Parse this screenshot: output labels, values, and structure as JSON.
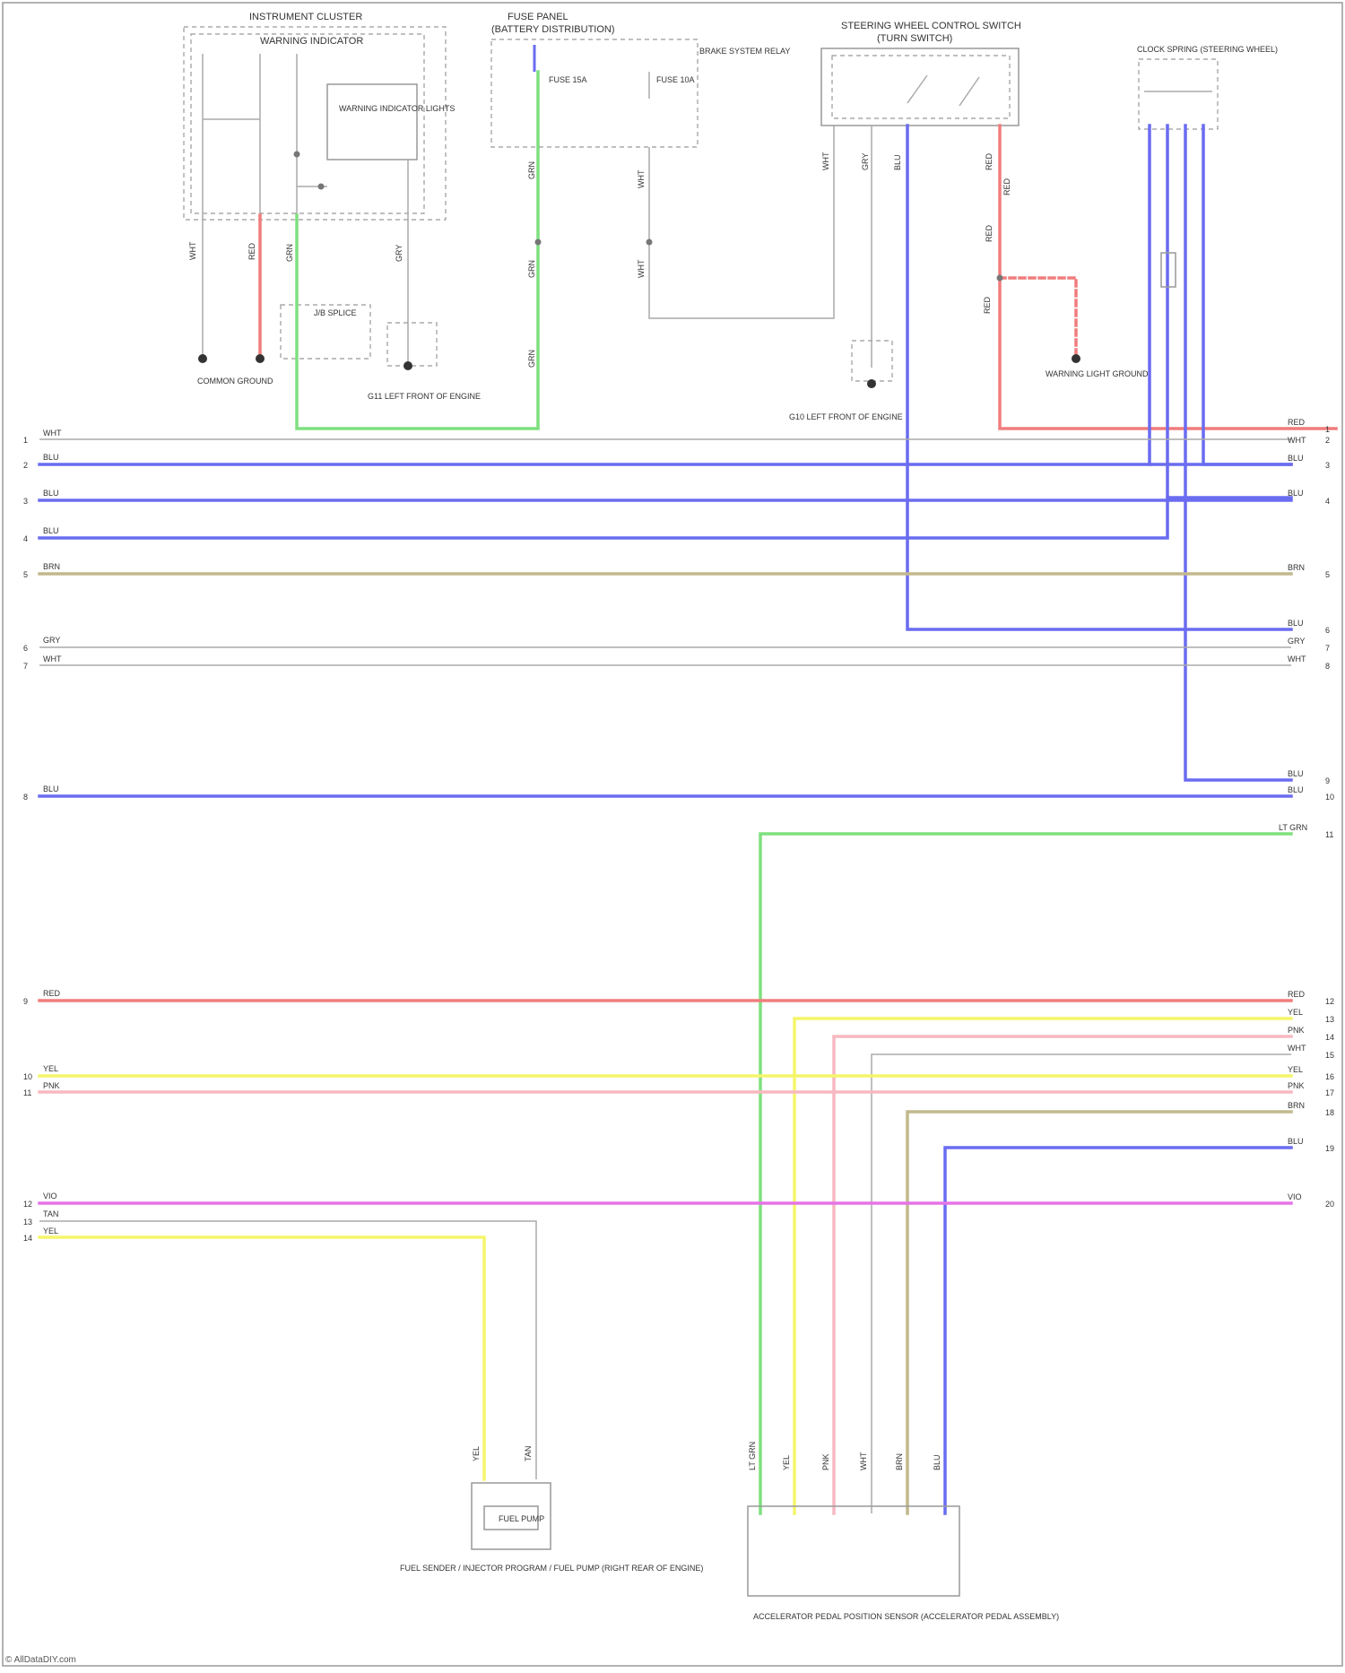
{
  "footer": "© AllDataDIY.com",
  "components": {
    "instrument_cluster": "INSTRUMENT CLUSTER",
    "cluster_sub": "WARNING INDICATOR",
    "warning_box": "WARNING INDICATOR LIGHTS",
    "fuse_panel": "FUSE PANEL",
    "fuse_sub": "(BATTERY DISTRIBUTION)",
    "fuse_left": "FUSE 15A",
    "fuse_right": "FUSE 10A",
    "relay_note": "BRAKE SYSTEM RELAY",
    "steering_switch": "STEERING WHEEL CONTROL SWITCH",
    "steering_sub": "(TURN SWITCH)",
    "clock_spring": "CLOCK SPRING (STEERING WHEEL)",
    "ground_left": "COMMON GROUND",
    "splice_note": "J/B SPLICE",
    "ground_mid": "G11 LEFT FRONT OF ENGINE",
    "ground_right_top": "G10 LEFT FRONT OF ENGINE",
    "ground_right": "WARNING LIGHT GROUND",
    "fuel_pump": "FUEL PUMP",
    "fuel_pump_desc": "FUEL SENDER / INJECTOR PROGRAM / FUEL PUMP (RIGHT REAR OF ENGINE)",
    "accel_sensor": "ACCELERATOR PEDAL POSITION SENSOR (ACCELERATOR PEDAL ASSEMBLY)"
  },
  "wire_colors": {
    "red": "#f07d7d",
    "blue": "#6a6cf0",
    "green": "#7fe07f",
    "yellow": "#f5f56b",
    "pink": "#f8b8c0",
    "magenta": "#e673e6",
    "tan": "#c2b88c",
    "gray": "#c8c8c8",
    "white": "#e6e6e6"
  },
  "left_rows": [
    {
      "pin": "1",
      "label": "WHT"
    },
    {
      "pin": "2",
      "label": "BLU"
    },
    {
      "pin": "3",
      "label": "BLU"
    },
    {
      "pin": "4",
      "label": "BLU"
    },
    {
      "pin": "5",
      "label": "BRN"
    },
    {
      "pin": "6",
      "label": "GRY"
    },
    {
      "pin": "7",
      "label": "WHT"
    },
    {
      "pin": "8",
      "label": "BLU"
    },
    {
      "pin": "9",
      "label": "RED"
    },
    {
      "pin": "10",
      "label": "YEL"
    },
    {
      "pin": "11",
      "label": "PNK"
    },
    {
      "pin": "12",
      "label": "VIO"
    },
    {
      "pin": "13",
      "label": "TAN"
    },
    {
      "pin": "14",
      "label": "YEL"
    }
  ],
  "right_rows": [
    {
      "pin": "1",
      "label": "RED"
    },
    {
      "pin": "2",
      "label": "WHT"
    },
    {
      "pin": "3",
      "label": "BLU"
    },
    {
      "pin": "4",
      "label": "BLU"
    },
    {
      "pin": "5",
      "label": "BRN"
    },
    {
      "pin": "6",
      "label": "BLU"
    },
    {
      "pin": "7",
      "label": "GRY"
    },
    {
      "pin": "8",
      "label": "WHT"
    },
    {
      "pin": "9",
      "label": "BLU"
    },
    {
      "pin": "10",
      "label": "BLU"
    },
    {
      "pin": "11",
      "label": "LT GRN"
    },
    {
      "pin": "12",
      "label": "RED"
    },
    {
      "pin": "13",
      "label": "YEL"
    },
    {
      "pin": "14",
      "label": "PNK"
    },
    {
      "pin": "15",
      "label": "WHT"
    },
    {
      "pin": "16",
      "label": "YEL"
    },
    {
      "pin": "17",
      "label": "PNK"
    },
    {
      "pin": "18",
      "label": "BRN"
    },
    {
      "pin": "19",
      "label": "BLU"
    },
    {
      "pin": "20",
      "label": "VIO"
    }
  ],
  "vertical_labels": {
    "cluster_1": "WHT",
    "cluster_2": "RED",
    "cluster_3": "GRN",
    "cluster_4": "GRY",
    "fuse_1": "GRN",
    "fuse_2": "GRN",
    "fuse_3": "GRN",
    "fuse_4": "WHT",
    "fuse_5": "WHT",
    "steer_1": "WHT",
    "steer_2": "GRY",
    "steer_3": "BLU",
    "steer_4": "RED",
    "steer_5": "RED",
    "steer_6": "RED",
    "steer_7": "RED",
    "fuel_1": "YEL",
    "fuel_2": "TAN",
    "accel_1": "LT GRN",
    "accel_2": "YEL",
    "accel_3": "PNK",
    "accel_4": "WHT",
    "accel_5": "BRN",
    "accel_6": "BLU"
  }
}
